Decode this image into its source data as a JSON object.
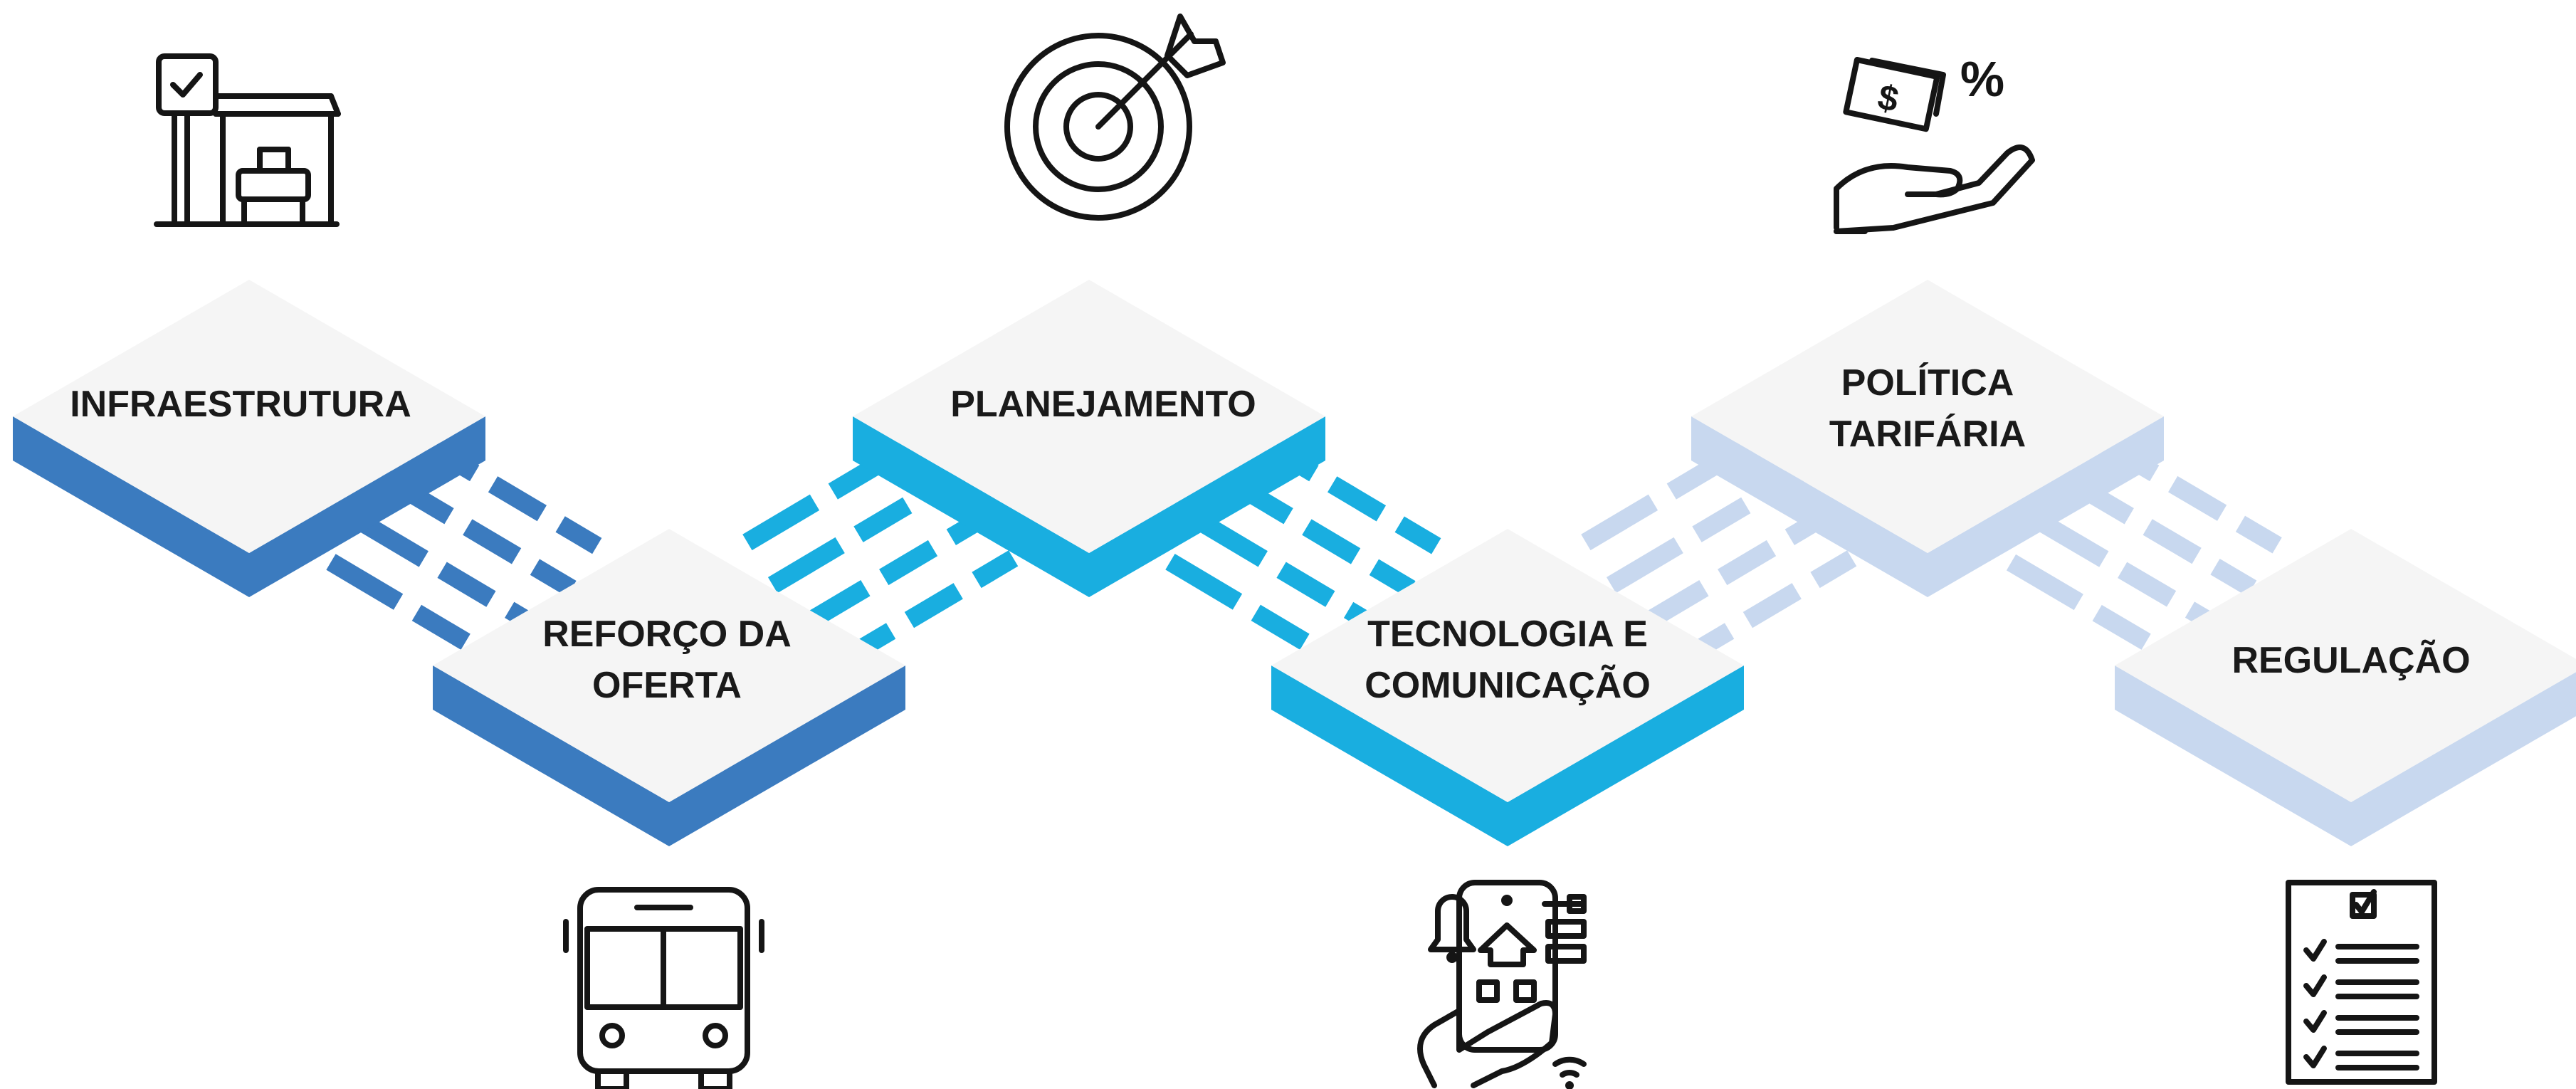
{
  "steps": [
    {
      "id": "infraestrutura",
      "lines": [
        "INFRAESTRUTURA"
      ],
      "color": "#3b7bbf",
      "icon": "bus-stop-icon"
    },
    {
      "id": "reforco",
      "lines": [
        "REFORÇO DA",
        "OFERTA"
      ],
      "color": "#3b7bbf",
      "icon": "bus-icon"
    },
    {
      "id": "planejamento",
      "lines": [
        "PLANEJAMENTO"
      ],
      "color": "#19aee0",
      "icon": "target-icon"
    },
    {
      "id": "tecnologia",
      "lines": [
        "TECNOLOGIA E",
        "COMUNICAÇÃO"
      ],
      "color": "#19aee0",
      "icon": "smartphone-app-icon"
    },
    {
      "id": "politica",
      "lines": [
        "POLÍTICA",
        "TARIFÁRIA"
      ],
      "color": "#c8d8ef",
      "icon": "money-hand-percent-icon"
    },
    {
      "id": "regulacao",
      "lines": [
        "REGULAÇÃO"
      ],
      "color": "#c8d8ef",
      "icon": "checklist-icon"
    }
  ],
  "tile_top_color": "#f5f5f5"
}
